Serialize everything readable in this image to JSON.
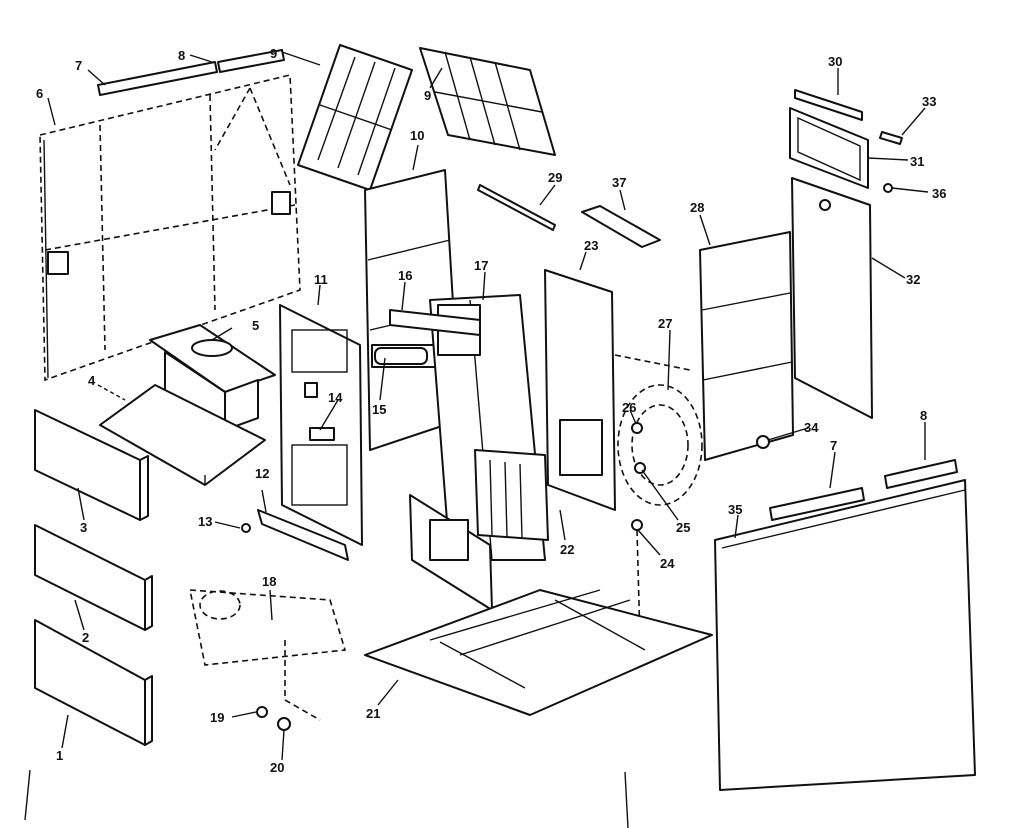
{
  "diagram": {
    "labels": {
      "1": "1",
      "2": "2",
      "3": "3",
      "4": "4",
      "5": "5",
      "6": "6",
      "7a": "7",
      "7b": "7",
      "8a": "8",
      "8b": "8",
      "9a": "9",
      "9b": "9",
      "10": "10",
      "11": "11",
      "12": "12",
      "13": "13",
      "14": "14",
      "15": "15",
      "16": "16",
      "17": "17",
      "18": "18",
      "19": "19",
      "20": "20",
      "21": "21",
      "22": "22",
      "23": "23",
      "24": "24",
      "25": "25",
      "26": "26",
      "27": "27",
      "28": "28",
      "29": "29",
      "30": "30",
      "31": "31",
      "32": "32",
      "33": "33",
      "34": "34",
      "35": "35",
      "36": "36",
      "37": "37"
    }
  }
}
